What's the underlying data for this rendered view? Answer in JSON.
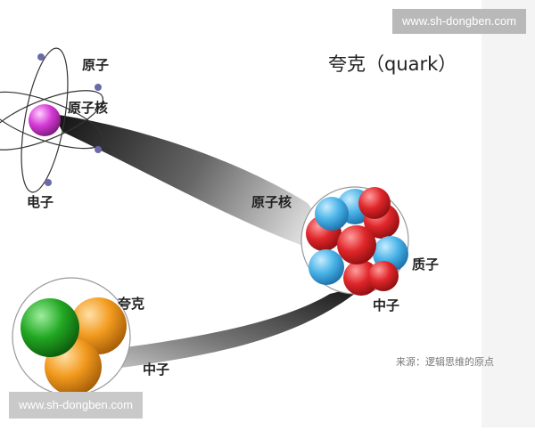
{
  "title": "夸克（quark）",
  "labels": {
    "atom": "原子",
    "nucleus_small": "原子核",
    "electron": "电子",
    "nucleus_big": "原子核",
    "proton": "质子",
    "neutron_right": "中子",
    "quark": "夸克",
    "neutron_bottom": "中子"
  },
  "source": "来源：逻辑思维的原点",
  "watermark_top": "www.sh-dongben.com",
  "watermark_bottom": "www.sh-dongben.com",
  "colors": {
    "proton": "#4ab4e8",
    "neutron": "#e0262a",
    "nucleus_core": "#d63ad6",
    "quark_green": "#22a822",
    "quark_orange": "#f29a1e",
    "beam": "#3a3a3a"
  }
}
